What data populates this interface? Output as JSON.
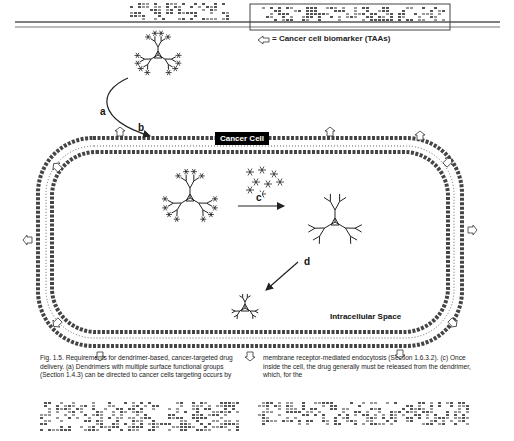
{
  "diagram": {
    "caption": "Fig. 1.5. Requirements for dendrimer-based, cancer-targeted drug delivery. (a) Dendrimers with multiple surface functional groups (Section 1.4.3) can be directed to cancer cells targeting occurs by membrane receptor-mediated endocytosis (Section 1.6.3.2). (c) Once inside the cell, the drug generally must be released from the dendrimer, which, for the",
    "nodes": [
      {
        "text": [
          "Cancer Cell"
        ]
      }
    ],
    "labels": [
      "a",
      "b",
      "c",
      "d",
      "Intracellular Space"
    ],
    "legend": [
      {
        "text": "= Cancer cell biomarker (TAAs)"
      }
    ]
  }
}
